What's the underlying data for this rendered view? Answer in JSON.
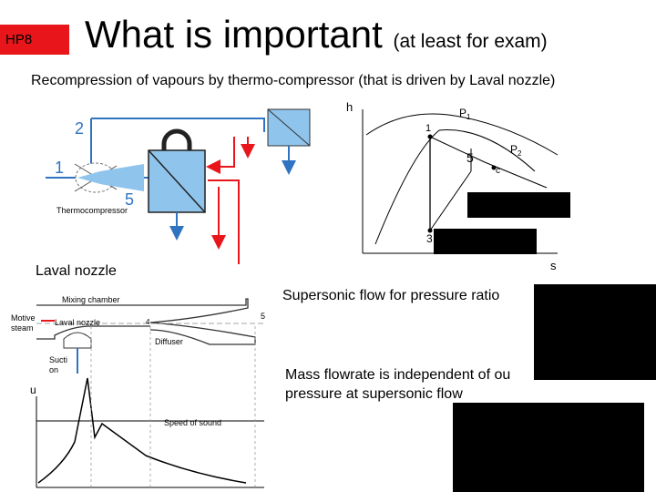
{
  "slide": {
    "badge": "HP8",
    "title_main": "What is important",
    "title_suffix": "(at least for exam)",
    "subtitle": "Recompression of vapours by thermo-compressor (that is driven by Laval nozzle)"
  },
  "schematic": {
    "label_2": "2",
    "label_1": "1",
    "label_5": "5",
    "caption": "Thermocompressor"
  },
  "hs_diagram": {
    "axis_h": "h",
    "axis_s": "s",
    "p1": "P",
    "p1_sub": "1",
    "p2": "P",
    "p2_sub": "2",
    "point_1": "1",
    "point_3": "3",
    "point_5": "5",
    "point_c": "c"
  },
  "nozzle": {
    "heading": "Laval nozzle",
    "mixing_chamber": "Mixing chamber",
    "motive_steam_line1": "Motive",
    "motive_steam_line2": "steam",
    "laval_nozzle": "Laval nozzle",
    "diffuser": "Diffuser",
    "suction_line1": "Sucti",
    "suction_line2": "on",
    "speed_of_sound": "Speed of sound",
    "axis_u": "u",
    "pos_5": "5",
    "pos_4": "4"
  },
  "notes": {
    "supersonic": "Supersonic flow for pressure ratio",
    "mass_flow_line1": "Mass flowrate is independent of ou",
    "mass_flow_line2": "pressure at supersonic flow"
  },
  "colors": {
    "accent_red": "#e8161b",
    "diagram_blue": "#2e74c0",
    "body_fill": "#8fc4ec"
  }
}
